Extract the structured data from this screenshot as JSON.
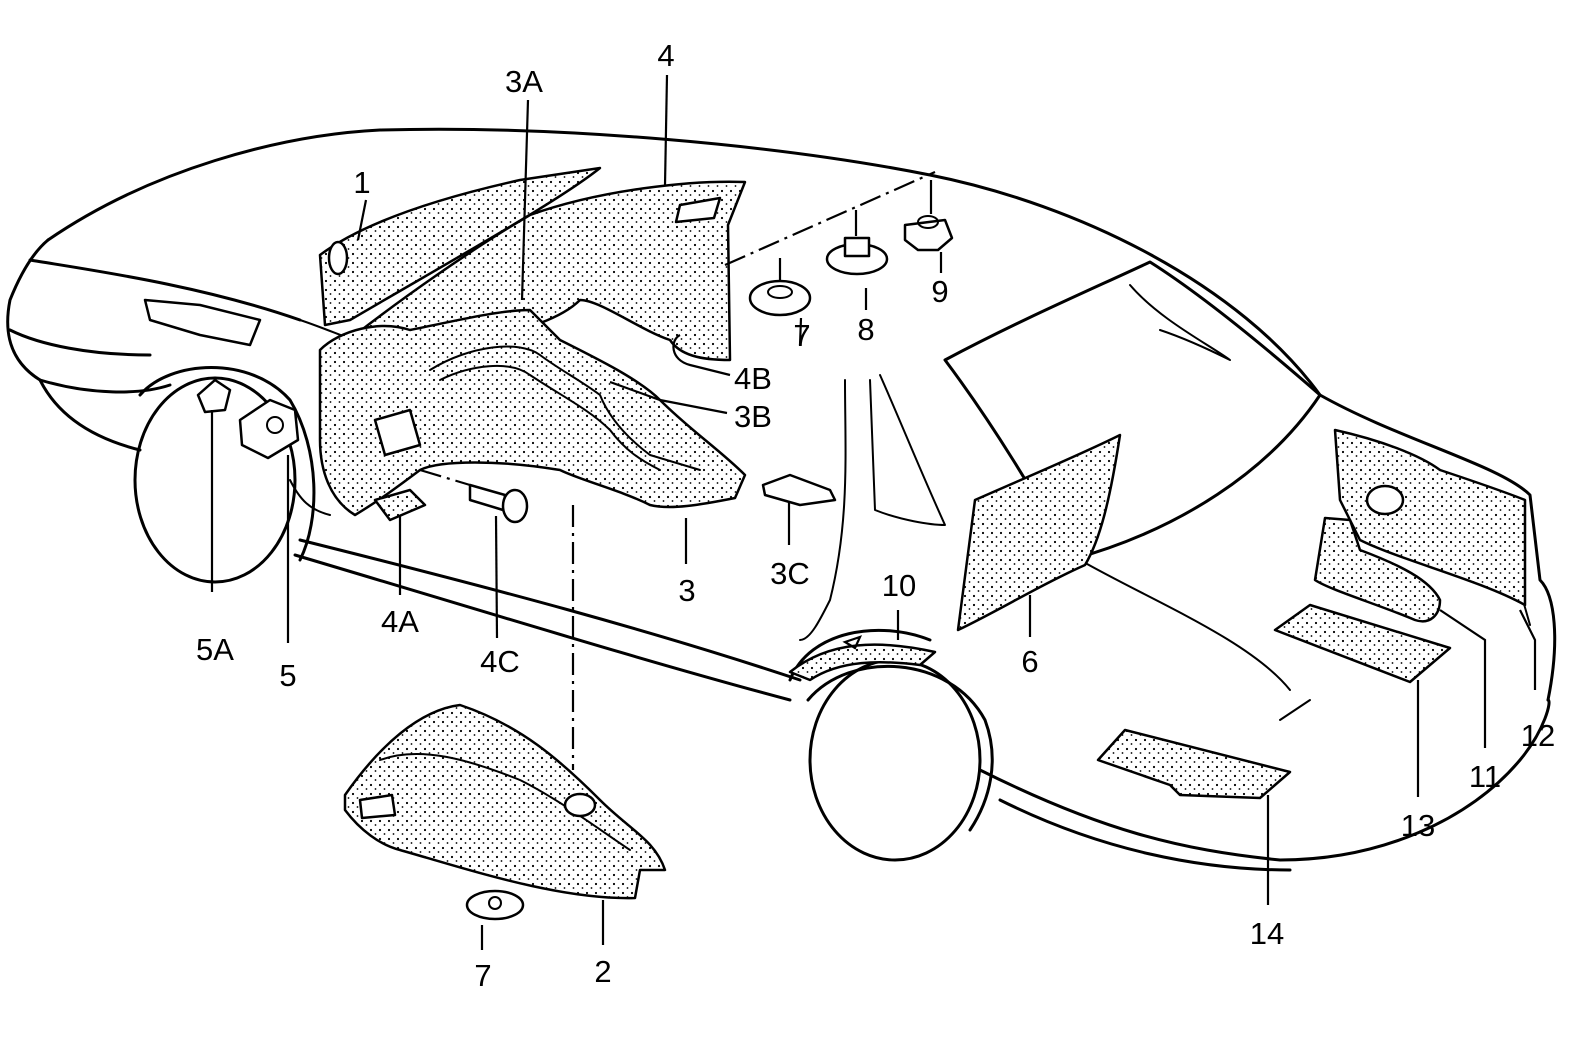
{
  "labels": {
    "p1": "1",
    "p2": "2",
    "p3": "3",
    "p3A": "3A",
    "p3B": "3B",
    "p3C": "3C",
    "p4": "4",
    "p4A": "4A",
    "p4B": "4B",
    "p4C": "4C",
    "p5": "5",
    "p5A": "5A",
    "p6": "6",
    "p7a": "7",
    "p7b": "7",
    "p8": "8",
    "p9": "9",
    "p10": "10",
    "p11": "11",
    "p12": "12",
    "p13": "13",
    "p14": "14"
  }
}
